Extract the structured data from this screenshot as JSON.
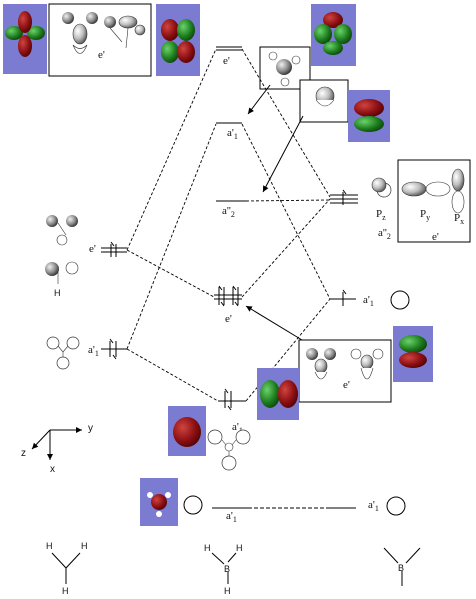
{
  "colors": {
    "lobe_red": "#8b0f12",
    "lobe_green": "#1d7d1d",
    "panel_blue": "#7b7bd1",
    "line": "#000000"
  },
  "levels": {
    "left_e_prime": {
      "label": "e'"
    },
    "left_a1_prime": {
      "label": "a'",
      "sub": "1"
    },
    "center_e_prime_top": {
      "label": "e'"
    },
    "center_a1_prime_top": {
      "label": "a'",
      "sub": "1"
    },
    "center_a2_dprime": {
      "label": "a''",
      "sub": "2"
    },
    "center_e_prime_mid": {
      "label": "e'"
    },
    "center_a1_prime_low": {
      "label": "a'",
      "sub": "1"
    },
    "center_a1_prime_bottom": {
      "label": "a'",
      "sub": "1"
    },
    "right_a1_prime": {
      "label": "a'",
      "sub": "1"
    },
    "right_a1_prime_bottom": {
      "label": "a'",
      "sub": "1"
    }
  },
  "boxes": {
    "top_e_prime_box_label": "e'",
    "lower_e_prime_box_label": "e'",
    "p_orbitals_box": {
      "pz": {
        "label": "P",
        "sub": "z"
      },
      "py": {
        "label": "P",
        "sub": "y"
      },
      "px": {
        "label": "P",
        "sub": "x"
      },
      "a2": {
        "label": "a''",
        "sub": "2"
      },
      "e": "e'"
    }
  },
  "axes": {
    "y": "y",
    "z": "z",
    "x": "x"
  },
  "molecules": {
    "left": {
      "atoms": [
        "H",
        "H",
        "H"
      ]
    },
    "center": {
      "atoms": [
        "H",
        "B",
        "H",
        "H"
      ]
    },
    "right": {
      "atoms": [
        "B"
      ]
    },
    "bh_fragment_label": "H"
  }
}
